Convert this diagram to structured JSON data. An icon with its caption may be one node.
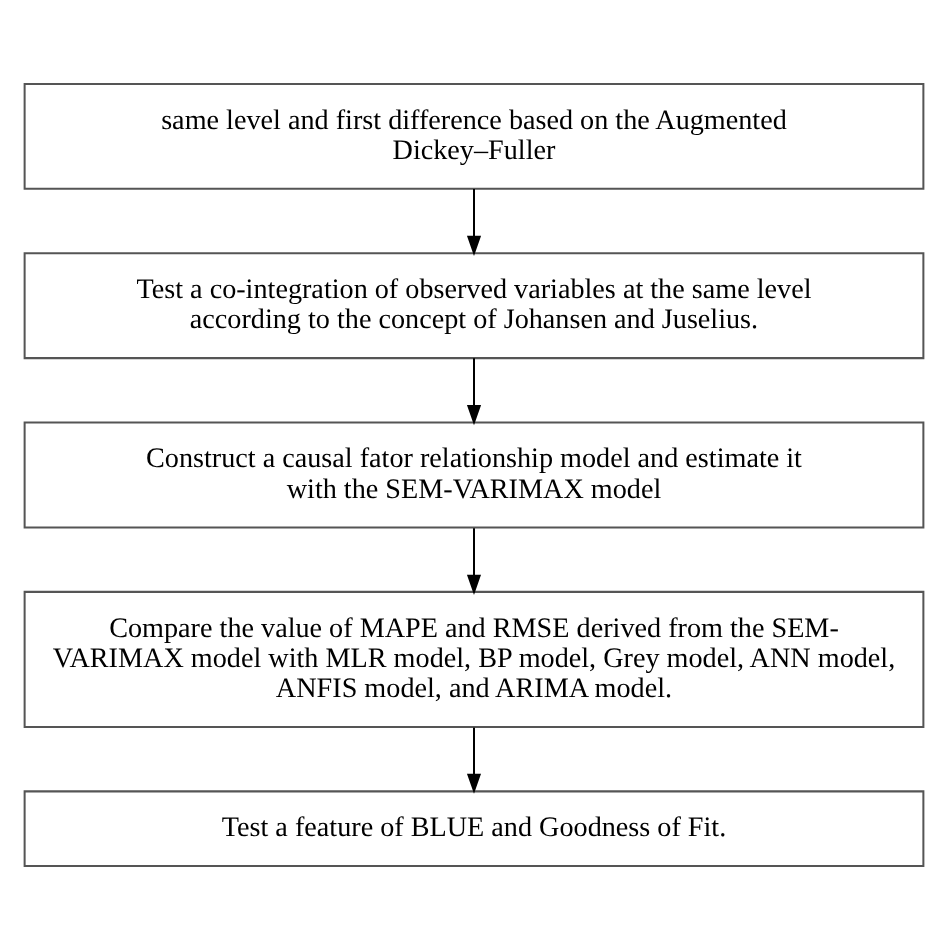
{
  "diagram": {
    "nodes": [
      {
        "text": [
          "same level and first difference based on the Augmented Dickey–Fuller"
        ]
      },
      {
        "text": [
          "Test a co-integration of observed variables at the same level according to the concept of Johansen and Juselius."
        ]
      },
      {
        "text": [
          "Construct a causal fator relationship model and estimate it with the SEM-VARIMAX model"
        ]
      },
      {
        "text": [
          "Compare the value of MAPE and RMSE derived from the SEM-VARIMAX model with MLR model, BP model, Grey model, ANN model, ANFIS model, and ARIMA model."
        ]
      },
      {
        "text": [
          "Test a feature of BLUE and Goodness of Fit."
        ]
      }
    ],
    "edges": [
      {
        "from": 0,
        "to": 1,
        "arrow": "to"
      },
      {
        "from": 1,
        "to": 2,
        "arrow": "to"
      },
      {
        "from": 2,
        "to": 3,
        "arrow": "to"
      },
      {
        "from": 3,
        "to": 4,
        "arrow": "to"
      }
    ]
  }
}
